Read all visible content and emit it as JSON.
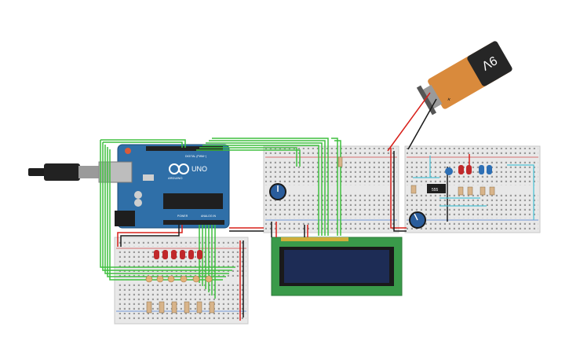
{
  "arduino": {
    "brand": "ARDUINO",
    "model": "UNO",
    "digital_header": "DIGITAL (PWM~)",
    "power_header": "POWER",
    "analog_header": "ANALOG IN"
  },
  "battery": {
    "label": "9V",
    "plus_mark": "+"
  },
  "timer_chip": {
    "label": "555"
  },
  "colors": {
    "wire_green": "#3fbf3f",
    "wire_red": "#d8201a",
    "wire_black": "#1a1a1a",
    "wire_cyan": "#4fc3d6",
    "arduino_blue": "#2f6fa8",
    "breadboard": "#e8e8e8",
    "lcd_pcb": "#3a9a4a",
    "lcd_screen": "#1d2c55",
    "led_red": "#c0282a",
    "led_blue": "#2d6fb5",
    "battery_orange": "#d98a3c",
    "resistor": "#d8b48a"
  },
  "icons": {
    "usb_cable": "usb-plug",
    "potentiometer": "knob",
    "battery": "9v-battery"
  }
}
